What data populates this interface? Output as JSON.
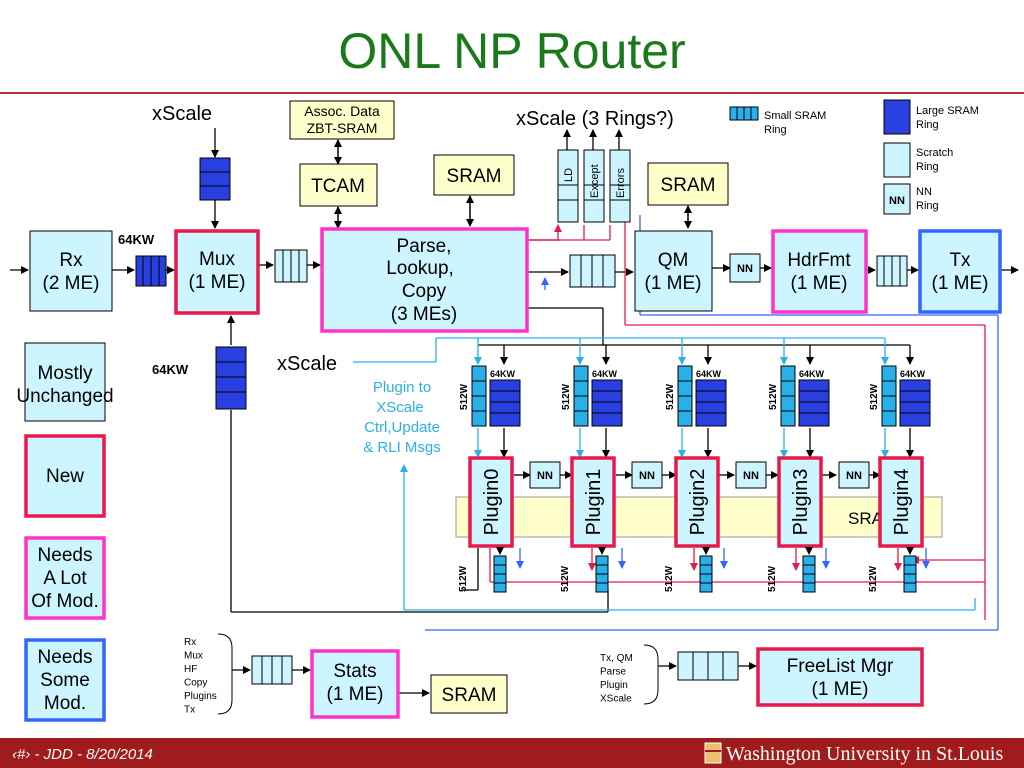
{
  "slide": {
    "title": "ONL NP Router",
    "footer_left": "‹#› - JDD - 8/20/2014",
    "footer_right": "Washington University in St.Louis"
  },
  "colors": {
    "title": "#1a7a1a",
    "rule": "#b03030",
    "footer_bar": "#a01c1c",
    "box_fill": "#ccf5ff",
    "new": "#e8194a",
    "needs_lot": "#ff33cc",
    "needs_some": "#3366ff",
    "ring_large": "#2a3fe0",
    "ring_small": "#2ab0e8",
    "ring_scratch": "#ccf5ff",
    "sram_fill": "#ffffcc",
    "sram_band": "#ffffcc"
  },
  "labels": {
    "xscale_top": "xScale",
    "assoc_data_1": "Assoc. Data",
    "assoc_data_2": "ZBT-SRAM",
    "tcam": "TCAM",
    "sram_parse": "SRAM",
    "xscale_rings": "xScale (3 Rings?)",
    "ring_lp": "LD",
    "ring_except": "Except",
    "ring_errors": "Errors",
    "sram_qm": "SRAM",
    "rx_1": "Rx",
    "rx_2": "(2 ME)",
    "kw_mux": "64KW",
    "mux_1": "Mux",
    "mux_2": "(1 ME)",
    "parse_1": "Parse,",
    "parse_2": "Lookup,",
    "parse_3": "Copy",
    "parse_4": "(3 MEs)",
    "qm_1": "QM",
    "qm_2": "(1 ME)",
    "nn": "NN",
    "hdrfmt_1": "HdrFmt",
    "hdrfmt_2": "(1 ME)",
    "tx_1": "Tx",
    "tx_2": "(1 ME)",
    "xscale_mid": "xScale",
    "kw_left": "64KW",
    "plugin_note_1": "Plugin to",
    "plugin_note_2": "XScale",
    "plugin_note_3": "Ctrl,Update",
    "plugin_note_4": "& RLI Msgs",
    "kw_plugin": "64KW",
    "w512": "512W",
    "sram_band": "SRAM",
    "stats_1": "Stats",
    "stats_2": "(1 ME)",
    "sram_stats": "SRAM",
    "freelist_1": "FreeList Mgr",
    "freelist_2": "(1 ME)"
  },
  "legend_rings": {
    "small_1": "Small SRAM",
    "small_2": "Ring",
    "large_1": "Large SRAM",
    "large_2": "Ring",
    "scratch_1": "Scratch",
    "scratch_2": "Ring",
    "nn_1": "NN",
    "nn_2": "Ring"
  },
  "legend_status": {
    "unchanged_1": "Mostly",
    "unchanged_2": "Unchanged",
    "new": "New",
    "lot_1": "Needs",
    "lot_2": "A Lot",
    "lot_3": "Of Mod.",
    "some_1": "Needs",
    "some_2": "Some",
    "some_3": "Mod."
  },
  "plugins": [
    "Plugin0",
    "Plugin1",
    "Plugin2",
    "Plugin3",
    "Plugin4"
  ],
  "stats_sources": [
    "Rx",
    "Mux",
    "HF",
    "Copy",
    "Plugins",
    "Tx"
  ],
  "freelist_sources": [
    "Tx, QM",
    "Parse",
    "Plugin",
    "XScale"
  ]
}
